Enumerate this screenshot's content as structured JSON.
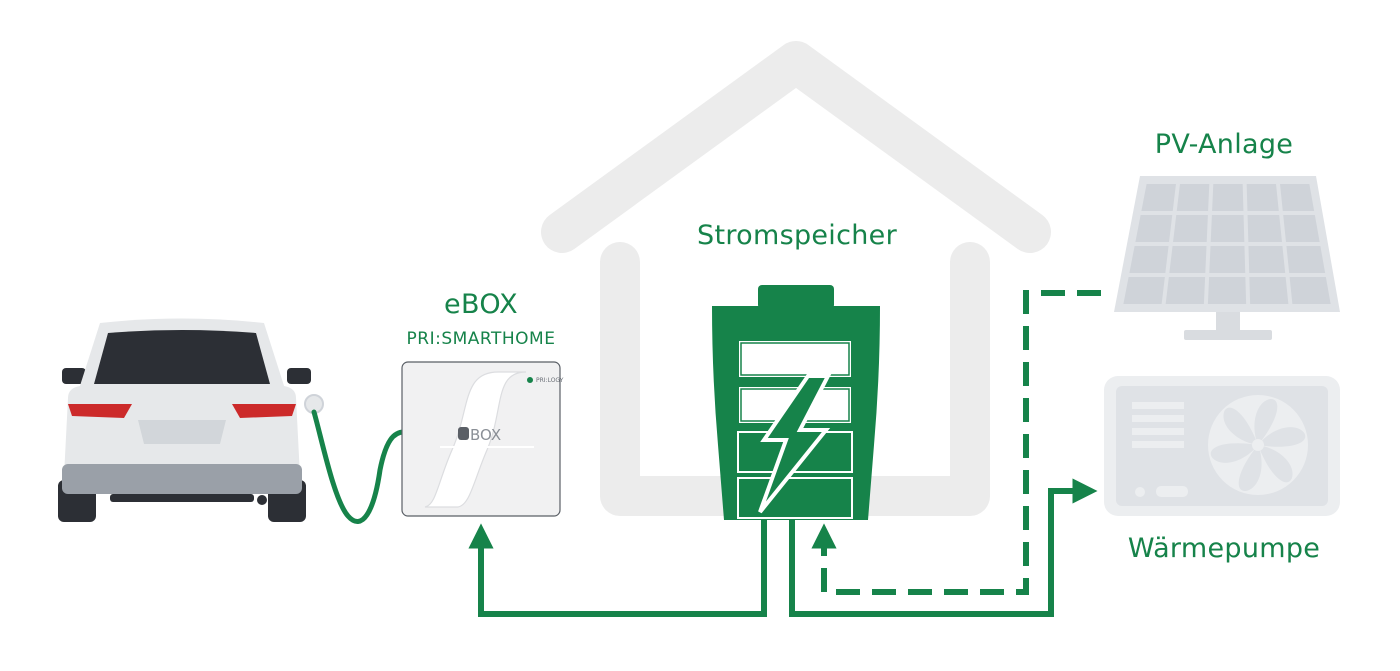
{
  "labels": {
    "ebox_title": "eBOX",
    "ebox_subtitle": "PRI:SMARTHOME",
    "storage": "Stromspeicher",
    "pv": "PV-Anlage",
    "heatpump": "Wärmepumpe"
  },
  "device_marks": {
    "ebox_logo_text": "BOX",
    "ebox_brand_text": "PRI:LOGY"
  },
  "colors": {
    "green": "#16834a",
    "light_gray": "#ececec",
    "panel_gray": "#cfd3d9",
    "car_body": "#e6e8ea",
    "car_dark": "#2c2f35",
    "tail_light": "#cc2a2a"
  },
  "icons": [
    "car-icon",
    "ebox-wallbox-icon",
    "house-outline-icon",
    "battery-icon",
    "lightning-bolt-icon",
    "solar-panel-icon",
    "heat-pump-icon",
    "fan-icon"
  ],
  "flows": [
    {
      "from": "Stromspeicher",
      "to": "eBOX",
      "style": "solid"
    },
    {
      "from": "Stromspeicher",
      "to": "Wärmepumpe",
      "style": "solid"
    },
    {
      "from": "PV-Anlage",
      "to": "Stromspeicher",
      "style": "dashed"
    }
  ]
}
